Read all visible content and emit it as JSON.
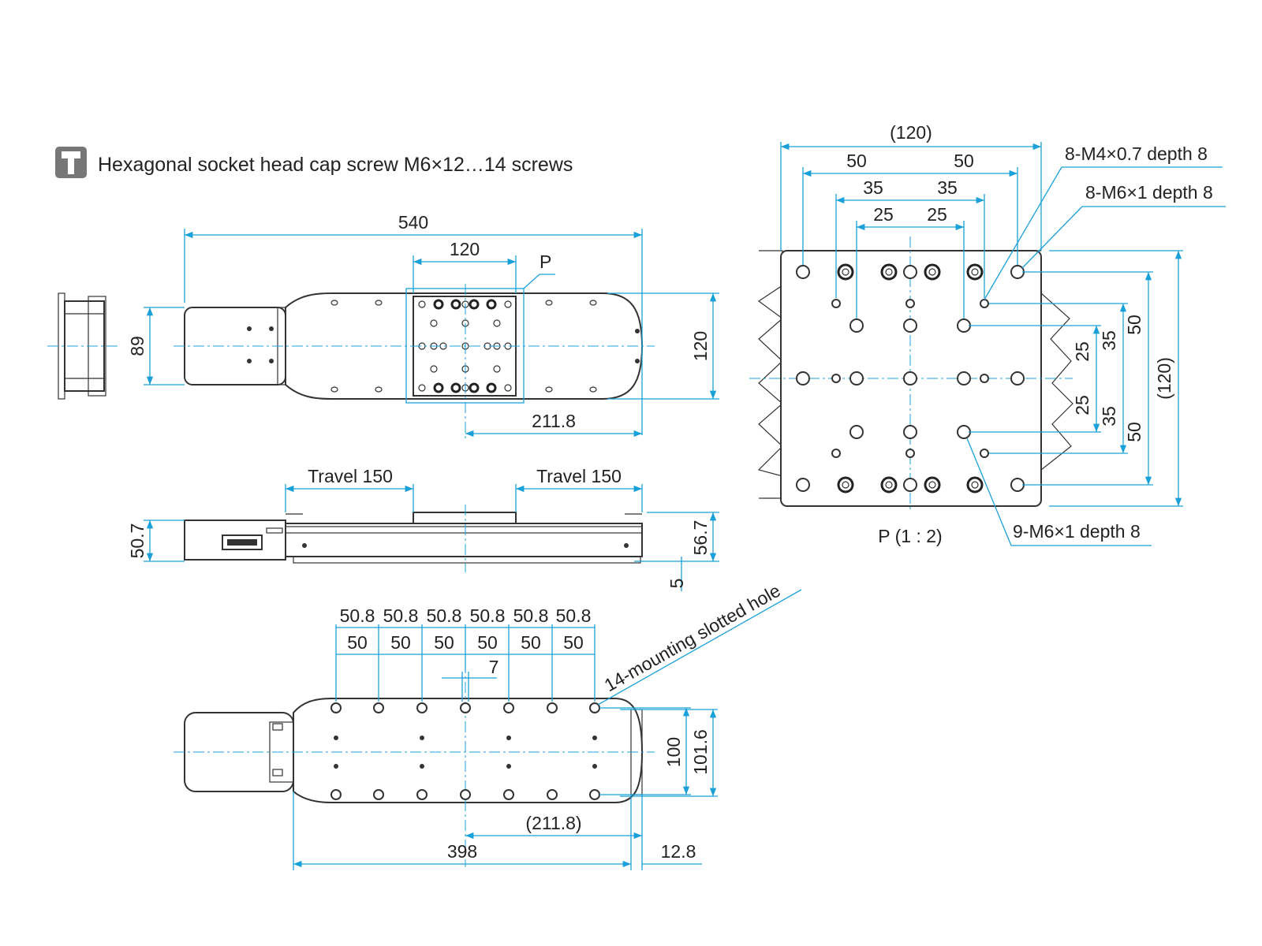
{
  "legend": {
    "icon": "socket-head-screw-icon",
    "text": "Hexagonal socket head cap screw M6×12…14 screws"
  },
  "top_view": {
    "length": "540",
    "table_width": "120",
    "detail_mark": "P",
    "height_89": "89",
    "height_120": "120",
    "offset": "211.8"
  },
  "side_view": {
    "travel_left": "Travel 150",
    "travel_right": "Travel 150",
    "height_left": "50.7",
    "height_right": "56.7",
    "base": "5"
  },
  "bottom_view": {
    "pitch_outer": [
      "50.8",
      "50.8",
      "50.8",
      "50.8",
      "50.8",
      "50.8"
    ],
    "pitch_inner": [
      "50",
      "50",
      "50",
      "50",
      "50",
      "50"
    ],
    "slot_width": "7",
    "slot_label": "14-mounting slotted hole",
    "height_100": "100",
    "height_101_6": "101.6",
    "offset": "(211.8)",
    "length": "398",
    "overhang": "12.8"
  },
  "detail_view": {
    "width": "(120)",
    "pitch_50": [
      "50",
      "50"
    ],
    "pitch_35": [
      "35",
      "35"
    ],
    "pitch_25": [
      "25",
      "25"
    ],
    "callout_m4": "8-M4×0.7 depth 8",
    "callout_m6_top": "8-M6×1 depth 8",
    "callout_m6_bottom": "9-M6×1 depth 8",
    "scale": "P (1 : 2)",
    "v_50_top": "50",
    "v_35_top": "35",
    "v_25_top": "25",
    "v_25_bot": "25",
    "v_35_bot": "35",
    "v_50_bot": "50",
    "v_total": "(120)"
  }
}
